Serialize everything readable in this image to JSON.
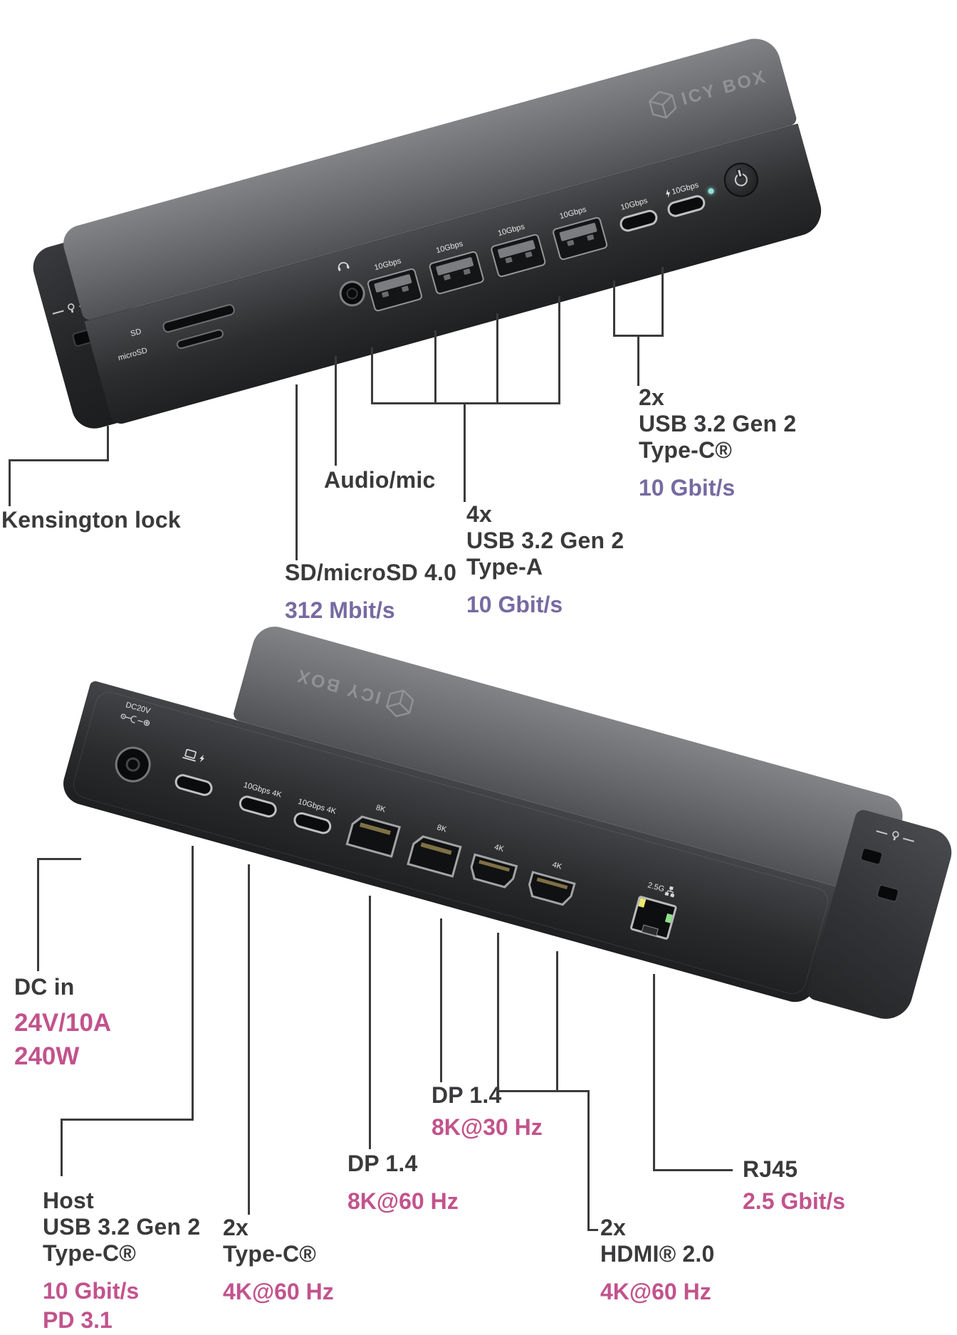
{
  "brand": {
    "logo_text": "ICY BOX"
  },
  "colors": {
    "accent_purple": "#776aa1",
    "accent_pink": "#c2538c",
    "label_dark": "#3a3a3c",
    "callout_line": "#3b3b3d",
    "led_teal": "#8fe3da",
    "led_yellow": "#ece86f",
    "led_green": "#8fe08a"
  },
  "front_view": {
    "port_markings": {
      "sd": "SD",
      "micro_sd": "microSD",
      "usb_a": [
        "10Gbps",
        "10Gbps",
        "10Gbps",
        "10Gbps"
      ],
      "usb_c1": "10Gbps",
      "usb_c2": "10Gbps"
    },
    "callouts": {
      "kensington": {
        "label": "Kensington lock"
      },
      "audio": {
        "label": "Audio/mic"
      },
      "sd": {
        "label": "SD/microSD 4.0",
        "spec": "312 Mbit/s"
      },
      "usb_a": {
        "label_lines": [
          "4x",
          "USB 3.2 Gen 2",
          "Type-A"
        ],
        "spec": "10 Gbit/s"
      },
      "usb_c": {
        "label_lines": [
          "2x",
          "USB 3.2 Gen 2",
          "Type-C®"
        ],
        "spec": "10 Gbit/s"
      }
    }
  },
  "rear_view": {
    "port_markings": {
      "dc": "DC20V",
      "usb_c": [
        "10Gbps 4K",
        "10Gbps 4K"
      ],
      "dp": [
        "8K",
        "8K"
      ],
      "hdmi": [
        "4K",
        "4K"
      ],
      "lan": "2.5G"
    },
    "callouts": {
      "dc_in": {
        "label": "DC in",
        "spec_lines": [
          "24V/10A",
          "240W"
        ]
      },
      "host": {
        "label_lines": [
          "Host",
          "USB 3.2 Gen 2",
          "Type-C®"
        ],
        "spec_lines": [
          "10 Gbit/s",
          "PD 3.1"
        ]
      },
      "type_c": {
        "label_lines": [
          "2x",
          "Type-C®"
        ],
        "spec": "4K@60 Hz"
      },
      "dp_8k30": {
        "label": "DP 1.4",
        "spec": "8K@30 Hz"
      },
      "dp_8k60": {
        "label": "DP 1.4",
        "spec": "8K@60 Hz"
      },
      "hdmi": {
        "label_lines": [
          "2x",
          "HDMI® 2.0"
        ],
        "spec": "4K@60 Hz"
      },
      "rj45": {
        "label": "RJ45",
        "spec": "2.5 Gbit/s"
      }
    }
  }
}
